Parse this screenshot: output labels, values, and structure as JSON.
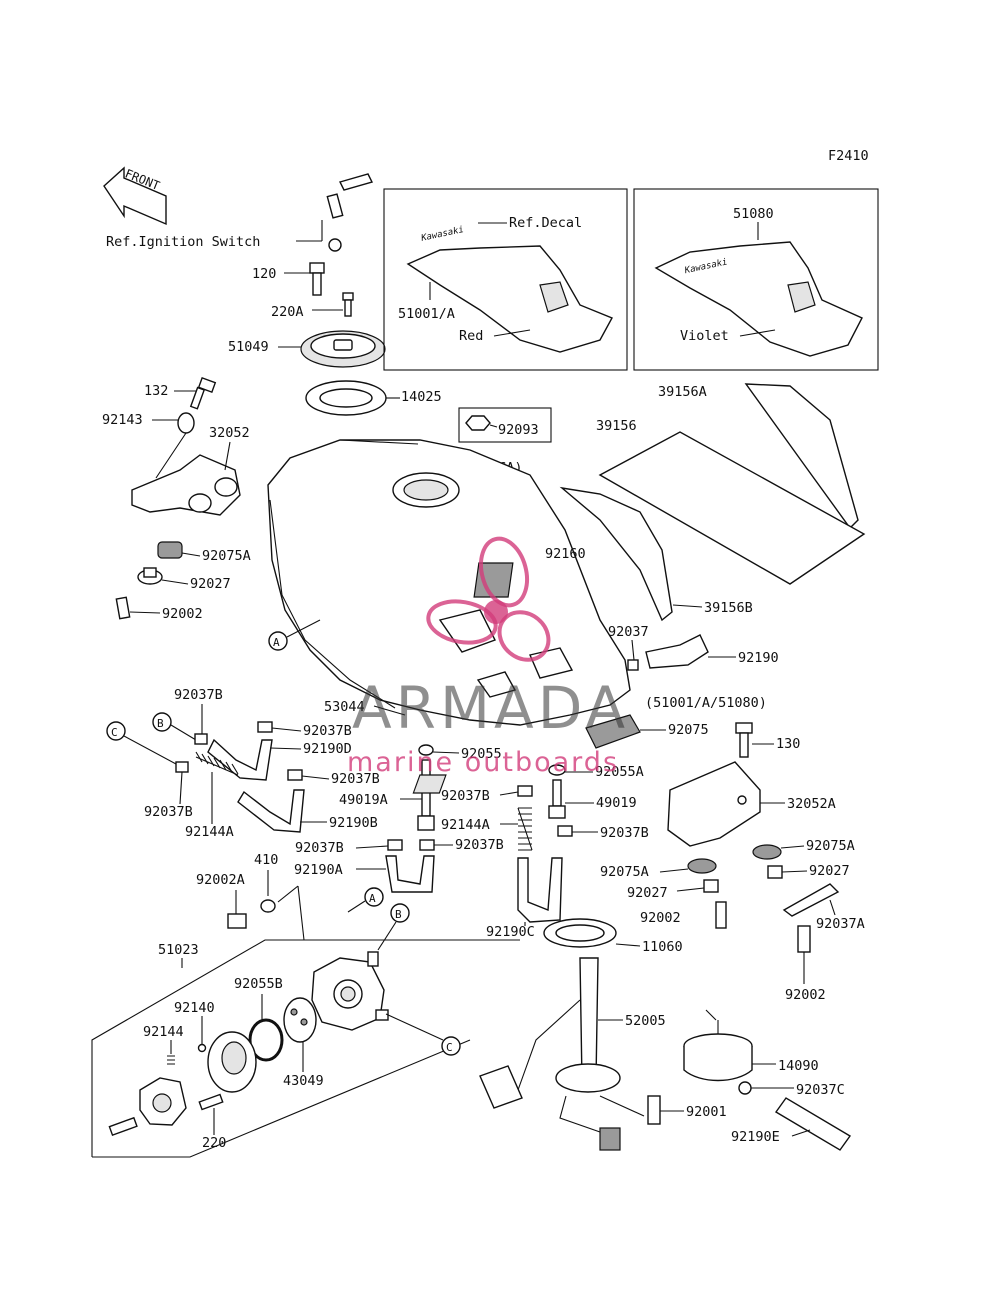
{
  "figure_code": "F2410",
  "front_label": "FRONT",
  "ref_ignition": "Ref.Ignition Switch",
  "ref_decal": "Ref.Decal",
  "color_red": "Red",
  "color_violet": "Violet",
  "ca_label": "(CA)",
  "brand_decal": "Kawasaki",
  "watermark": {
    "brand": "ARMADA",
    "tagline": "marine outboards",
    "accent_color": "#d23c7a"
  },
  "callouts": {
    "A": "A",
    "B": "B",
    "C": "C"
  },
  "parts": {
    "p51080": "51080",
    "p51001A": "51001/A",
    "p120": "120",
    "p220A": "220A",
    "p51049": "51049",
    "p14025": "14025",
    "p132": "132",
    "p92143": "92143",
    "p32052": "32052",
    "p92093": "92093",
    "p39156A": "39156A",
    "p39156": "39156",
    "p92075A_left": "92075A",
    "p92027_left": "92027",
    "p92002_left": "92002",
    "p92160": "92160",
    "p39156B": "39156B",
    "p92037": "92037",
    "p92190": "92190",
    "p51001A51080": "(51001/A/51080)",
    "p53044": "53044",
    "p92037B_1": "92037B",
    "p92037B_2": "92037B",
    "p92190D": "92190D",
    "p92075": "92075",
    "p130": "130",
    "p92055": "92055",
    "p92055A": "92055A",
    "p92037B_3": "92037B",
    "p49019A": "49019A",
    "p92037B_4": "92037B",
    "p49019": "49019",
    "p32052A": "32052A",
    "p92037B_5": "92037B",
    "p92144A_left": "92144A",
    "p92190B": "92190B",
    "p92144A_mid": "92144A",
    "p92037B_6": "92037B",
    "p92037B_7": "92037B",
    "p92037B_8": "92037B",
    "p92190A": "92190A",
    "p92075A_right": "92075A",
    "p92075A_right2": "92075A",
    "p92027_right": "92027",
    "p92027_right2": "92027",
    "p410": "410",
    "p92002A": "92002A",
    "p92002_mid": "92002",
    "p92037A": "92037A",
    "p92190C": "92190C",
    "p11060": "11060",
    "p51023": "51023",
    "p92055B": "92055B",
    "p92002_right": "92002",
    "p92140": "92140",
    "p92144": "92144",
    "p52005": "52005",
    "p43049": "43049",
    "p14090": "14090",
    "p92037C": "92037C",
    "p92001": "92001",
    "p220": "220",
    "p92190E": "92190E"
  }
}
